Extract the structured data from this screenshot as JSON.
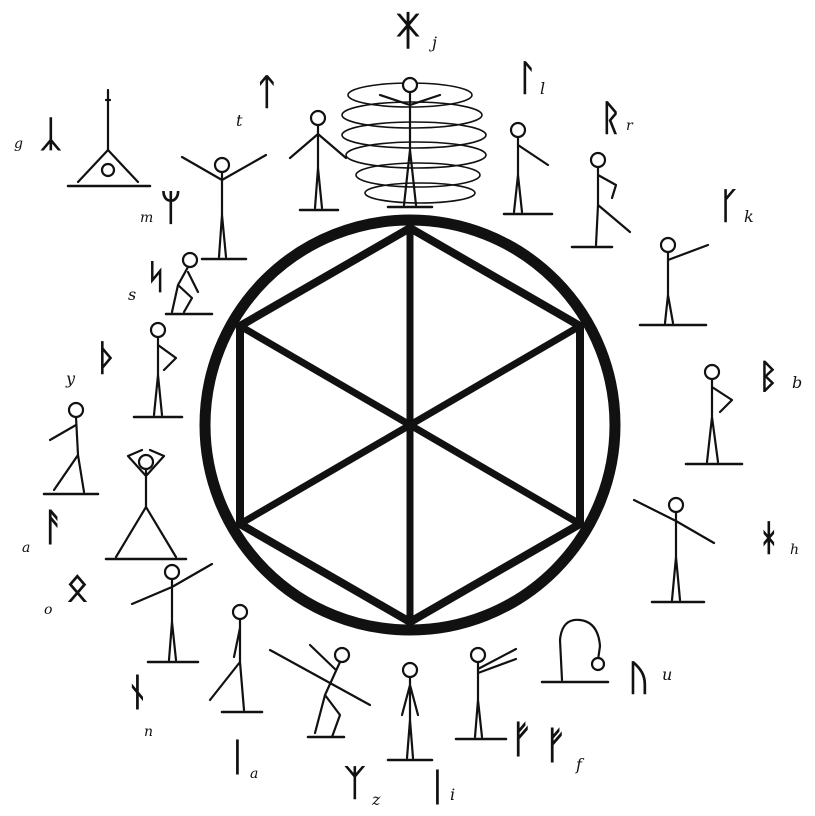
{
  "colors": {
    "ink": "#111111",
    "paper": "#ffffff"
  },
  "wheel": [
    {
      "rune": "ᛡ",
      "latin": "j"
    },
    {
      "rune": "ᛚ",
      "latin": "l"
    },
    {
      "rune": "ᚱ",
      "latin": "r"
    },
    {
      "rune": "ᚴ",
      "latin": "k"
    },
    {
      "rune": "ᛒ",
      "latin": "b"
    },
    {
      "rune": "ᚼ",
      "latin": "h"
    },
    {
      "rune": "ᚢ",
      "latin": "u"
    },
    {
      "rune": "ᚠ",
      "latin": "f"
    },
    {
      "rune": "ᛁ",
      "latin": "i"
    },
    {
      "rune": "ᛉ",
      "latin": "z"
    },
    {
      "rune": "ᛁ",
      "latin": "a"
    },
    {
      "rune": "ᚾ",
      "latin": "n"
    },
    {
      "rune": "ᛟ",
      "latin": "o"
    },
    {
      "rune": "ᚨ",
      "latin": "a"
    },
    {
      "rune": "ᚦ",
      "latin": "y"
    },
    {
      "rune": "ᛋ",
      "latin": "s"
    },
    {
      "rune": "ᛘ",
      "latin": "m"
    },
    {
      "rune": "ᛣ",
      "latin": "g"
    },
    {
      "rune": "ᛏ",
      "latin": "t"
    }
  ]
}
